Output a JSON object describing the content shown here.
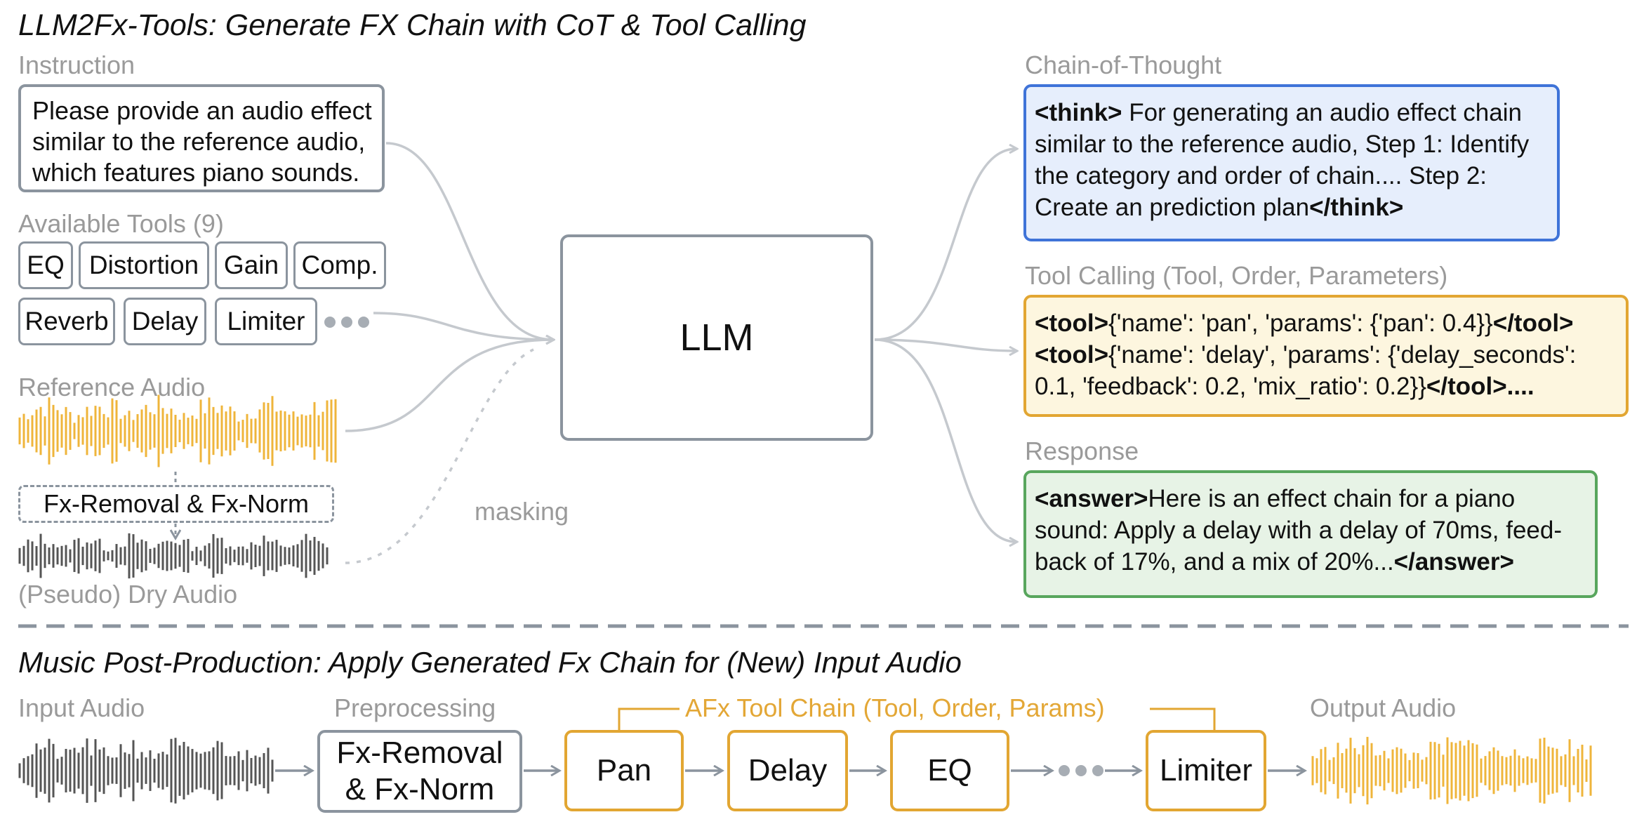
{
  "title_top": "LLM2Fx-Tools: Generate FX Chain with CoT & Tool Calling",
  "instruction": {
    "label": "Instruction",
    "lines": [
      "Please provide an audio effect",
      "similar to the reference audio,",
      "which features piano sounds."
    ]
  },
  "tools": {
    "label": "Available Tools (9)",
    "items": [
      "EQ",
      "Distortion",
      "Gain",
      "Comp.",
      "Reverb",
      "Delay",
      "Limiter"
    ]
  },
  "reference_audio": {
    "label": "Reference Audio"
  },
  "fx_removal": {
    "label": "Fx-Removal & Fx-Norm"
  },
  "dry_audio": {
    "label": "(Pseudo) Dry Audio"
  },
  "masking": {
    "label": "masking"
  },
  "llm": {
    "label": "LLM"
  },
  "cot": {
    "label": "Chain-of-Thought",
    "open_tag": "<think>",
    "line1": " For generating an audio effect chain",
    "line2": "similar to the reference audio, Step 1: Identify",
    "line3": "the category and order of chain.... Step 2:",
    "line4": "Create an prediction plan",
    "close_tag": "</think>"
  },
  "tool_calling": {
    "label": "Tool Calling (Tool, Order, Parameters)",
    "tag_open": "<tool>",
    "tag_close": "</tool>",
    "line1_body": "{'name': 'pan', 'params': {'pan': 0.4}}",
    "line2_body": "{'name': 'delay', 'params': {'delay_seconds':",
    "line3_body": "0.1, 'feedback': 0.2, 'mix_ratio': 0.2}}",
    "line3_tail": "</tool>...."
  },
  "response": {
    "label": "Response",
    "open_tag": "<answer>",
    "line1": "Here is an effect chain for a piano",
    "line2": "sound: Apply a delay with a delay of 70ms, feed-",
    "line3": "back of 17%, and a mix of 20%...",
    "close_tag": "</answer>"
  },
  "title_bottom": "Music Post-Production: Apply Generated Fx Chain for (New) Input Audio",
  "bottom": {
    "input_audio": "Input Audio",
    "preprocessing": "Preprocessing",
    "pre_box_line1": "Fx-Removal",
    "pre_box_line2": "& Fx-Norm",
    "chain_label": "AFx Tool Chain (Tool, Order, Params)",
    "stages": [
      "Pan",
      "Delay",
      "EQ",
      "Limiter"
    ],
    "output_audio": "Output Audio"
  },
  "colors": {
    "gray": "#8b949e",
    "gold": "#e2a632",
    "blue": "#3f73d8",
    "green": "#58a65d",
    "wave_gold": "#efb53b",
    "wave_gray": "#555555"
  }
}
